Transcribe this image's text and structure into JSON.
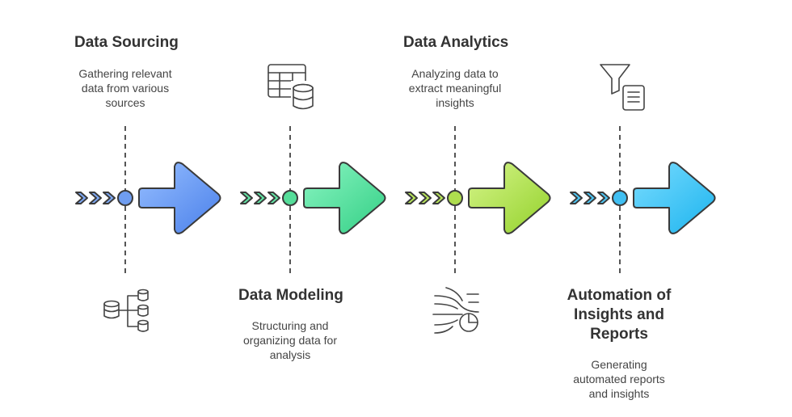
{
  "steps": [
    {
      "title": "Data Sourcing",
      "desc": [
        "Gathering relevant",
        "data from various",
        "sources"
      ],
      "color_light": "#8FB8FF",
      "color_dark": "#4F86EE",
      "icon": "database-tree-icon"
    },
    {
      "title": "Data Modeling",
      "desc": [
        "Structuring and",
        "organizing data for",
        "analysis"
      ],
      "color_light": "#7EF0B8",
      "color_dark": "#3DD58C",
      "icon": "table-database-icon"
    },
    {
      "title": "Data Analytics",
      "desc": [
        "Analyzing data to",
        "extract meaningful",
        "insights"
      ],
      "color_light": "#CBF07A",
      "color_dark": "#9AD633",
      "icon": "data-flow-pie-icon"
    },
    {
      "title_lines": [
        "Automation of",
        "Insights and",
        "Reports"
      ],
      "desc": [
        "Generating",
        "automated reports",
        "and insights"
      ],
      "color_light": "#6FD8FF",
      "color_dark": "#22B8F0",
      "icon": "funnel-document-icon"
    }
  ]
}
